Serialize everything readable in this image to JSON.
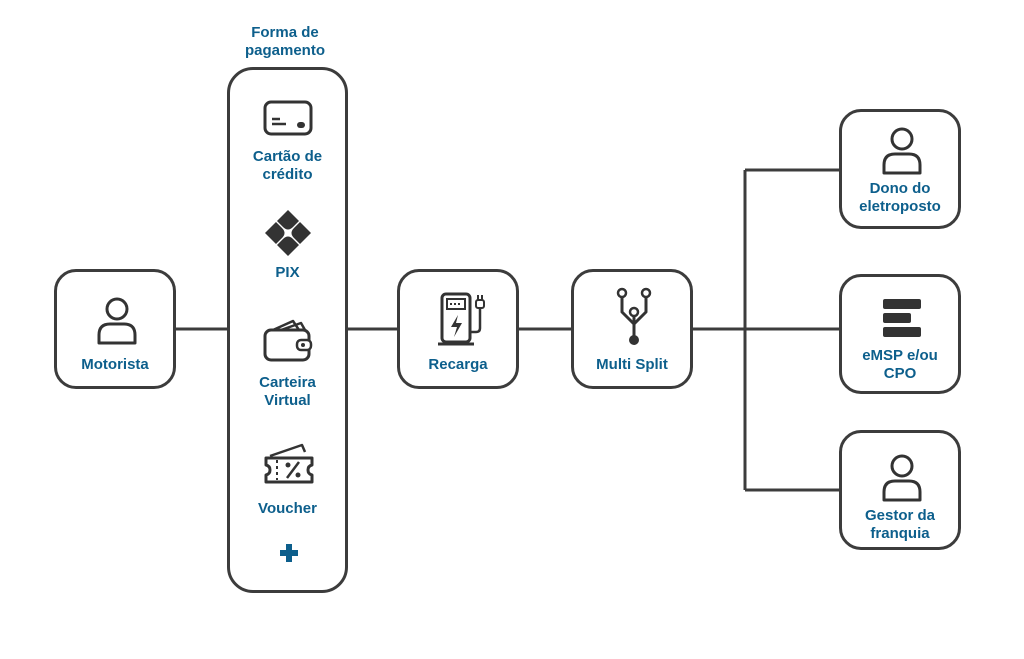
{
  "payment": {
    "title_line1": "Forma de",
    "title_line2": "pagamento",
    "card": {
      "line1": "Cartão de",
      "line2": "crédito"
    },
    "pix": {
      "line1": "PIX"
    },
    "wallet": {
      "line1": "Carteira",
      "line2": "Virtual"
    },
    "voucher": {
      "line1": "Voucher"
    },
    "more_icon": "plus-icon"
  },
  "motorista": {
    "label": "Motorista"
  },
  "recarga": {
    "label": "Recarga"
  },
  "split": {
    "label": "Multi Split"
  },
  "dono": {
    "line1": "Dono do",
    "line2": "eletroposto"
  },
  "emsp": {
    "line1": "eMSP e/ou",
    "line2": "CPO"
  },
  "gestor": {
    "line1": "Gestor da",
    "line2": "franquia"
  },
  "colors": {
    "stroke": "#3c3c3c",
    "label": "#0d5f8c",
    "dark": "#333333"
  }
}
